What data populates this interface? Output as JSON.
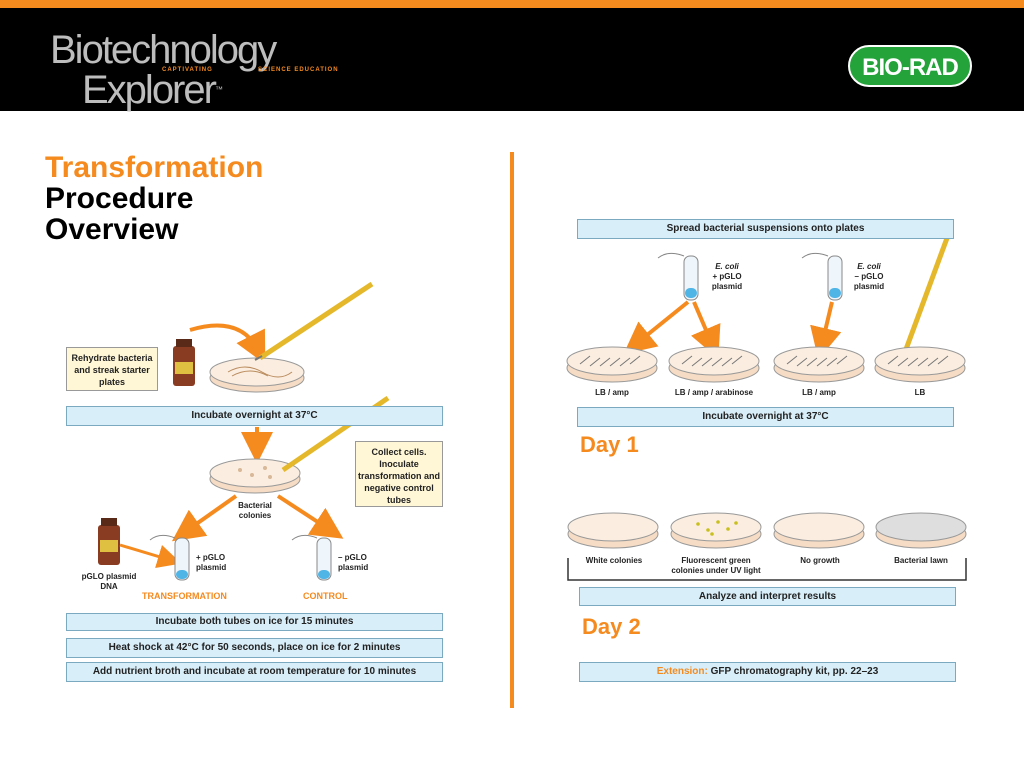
{
  "header": {
    "logo_line1": "Biotechnology",
    "logo_line2": "Explorer",
    "logo_tm": "™",
    "tagline_a": "CAPTIVATING",
    "tagline_b": "SCIENCE EDUCATION",
    "brand": "BIO-RAD"
  },
  "title": {
    "line1": "Transformation",
    "line2": "Procedure",
    "line3": "Overview"
  },
  "left": {
    "rehydrate_note": "Rehydrate bacteria and streak starter plates",
    "incubate1": "Incubate overnight at 37°C",
    "collect_note": "Collect cells. Inoculate transformation and negative control tubes",
    "bacterial_colonies": "Bacterial colonies",
    "plus_tube": "+ pGLO plasmid",
    "minus_tube": "– pGLO plasmid",
    "pglo_dna": "pGLO plasmid DNA",
    "transformation": "TRANSFORMATION",
    "control": "CONTROL",
    "step1": "Incubate both tubes on ice for 15 minutes",
    "step2": "Heat shock at 42°C for 50 seconds, place on ice for 2 minutes",
    "step3": "Add nutrient broth and incubate at room temperature for 10 minutes"
  },
  "right": {
    "spread": "Spread bacterial suspensions onto plates",
    "tube_plus_italic": "E. coli",
    "tube_plus_rest": "+ pGLO plasmid",
    "tube_minus_italic": "E. coli",
    "tube_minus_rest": "– pGLO plasmid",
    "plates": [
      "LB / amp",
      "LB / amp / arabinose",
      "LB / amp",
      "LB"
    ],
    "incubate": "Incubate overnight at 37°C",
    "day1": "Day 1",
    "results": [
      "White colonies",
      "Fluorescent green colonies under UV light",
      "No growth",
      "Bacterial lawn"
    ],
    "analyze": "Analyze and interpret results",
    "day2": "Day 2",
    "extension_label": "Extension:",
    "extension_text": "GFP chromatography kit, pp. 22–23"
  }
}
